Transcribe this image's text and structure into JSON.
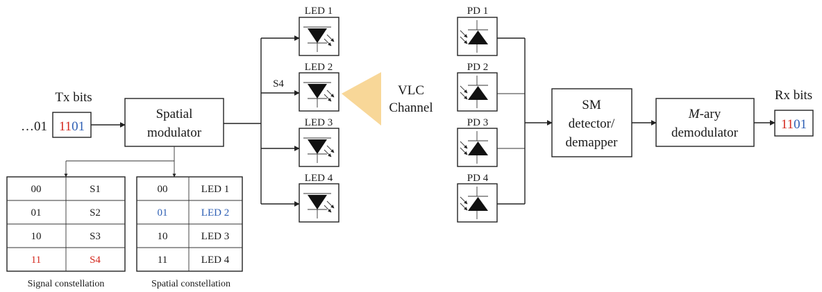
{
  "colors": {
    "red": "#d42a1f",
    "blue": "#2e5fb4",
    "black": "#1a1a1a",
    "beam": "#f8d798"
  },
  "icons": {
    "led": "led-diode-icon",
    "pd": "photodiode-icon"
  },
  "tx": {
    "title": "Tx bits",
    "prefix": "…01",
    "bits": [
      {
        "text": "11",
        "color": "red"
      },
      {
        "text": "01",
        "color": "blue"
      }
    ]
  },
  "spatial_modulator": {
    "line1": "Spatial",
    "line2": "modulator"
  },
  "signal_table": {
    "caption": "Signal constellation",
    "rows": [
      {
        "bits": "00",
        "value": "S1",
        "color": "black"
      },
      {
        "bits": "01",
        "value": "S2",
        "color": "black"
      },
      {
        "bits": "10",
        "value": "S3",
        "color": "black"
      },
      {
        "bits": "11",
        "value": "S4",
        "color": "red"
      }
    ]
  },
  "spatial_table": {
    "caption": "Spatial constellation",
    "rows": [
      {
        "bits": "00",
        "value": "LED 1",
        "color": "black"
      },
      {
        "bits": "01",
        "value": "LED 2",
        "color": "blue"
      },
      {
        "bits": "10",
        "value": "LED 3",
        "color": "black"
      },
      {
        "bits": "11",
        "value": "LED 4",
        "color": "black"
      }
    ]
  },
  "leds": [
    {
      "label": "LED 1",
      "color": "black"
    },
    {
      "label": "LED 2",
      "color": "blue"
    },
    {
      "label": "LED 3",
      "color": "black"
    },
    {
      "label": "LED 4",
      "color": "black"
    }
  ],
  "signal_on_led": {
    "text": "S4",
    "color": "red"
  },
  "channel": {
    "line1": "VLC",
    "line2": "Channel"
  },
  "pds": [
    {
      "label": "PD 1"
    },
    {
      "label": "PD 2"
    },
    {
      "label": "PD 3"
    },
    {
      "label": "PD 4"
    }
  ],
  "detector": {
    "line1": "SM",
    "line2": "detector/",
    "line3": "demapper"
  },
  "demodulator": {
    "line1_italic": "M",
    "line1_rest": "-ary",
    "line2": "demodulator"
  },
  "rx": {
    "title": "Rx bits",
    "bits": [
      {
        "text": "11",
        "color": "red"
      },
      {
        "text": "01",
        "color": "blue"
      }
    ]
  }
}
